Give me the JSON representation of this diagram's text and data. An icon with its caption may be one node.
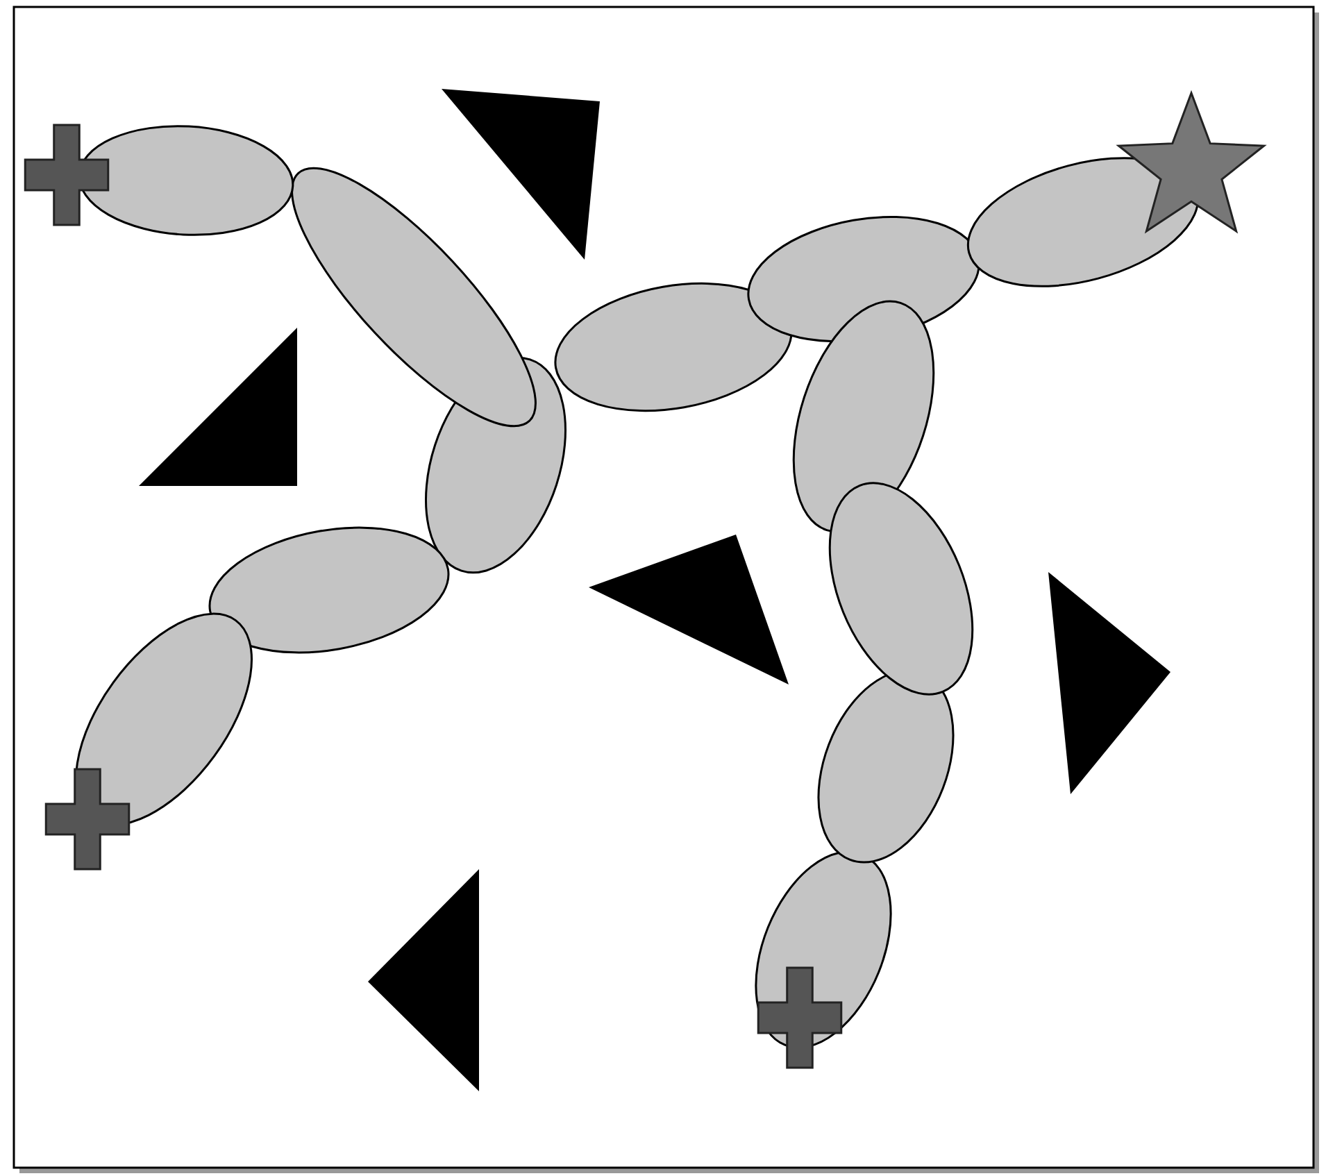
{
  "diagram": {
    "nodes": [
      {
        "text": [],
        "shape": "ellipse"
      },
      {
        "text": [],
        "shape": "ellipse"
      },
      {
        "text": [],
        "shape": "ellipse"
      },
      {
        "text": [],
        "shape": "ellipse"
      },
      {
        "text": [],
        "shape": "ellipse"
      },
      {
        "text": [],
        "shape": "ellipse"
      },
      {
        "text": [],
        "shape": "ellipse"
      },
      {
        "text": [],
        "shape": "ellipse"
      },
      {
        "text": [],
        "shape": "ellipse"
      },
      {
        "text": [],
        "shape": "ellipse"
      },
      {
        "text": [],
        "shape": "ellipse"
      },
      {
        "text": [],
        "shape": "ellipse"
      },
      {
        "text": [],
        "shape": "cross"
      },
      {
        "text": [],
        "shape": "cross"
      },
      {
        "text": [],
        "shape": "cross"
      },
      {
        "text": [],
        "shape": "star"
      },
      {
        "text": [],
        "shape": "triangle"
      },
      {
        "text": [],
        "shape": "triangle"
      },
      {
        "text": [],
        "shape": "triangle"
      },
      {
        "text": [],
        "shape": "triangle"
      },
      {
        "text": [],
        "shape": "triangle"
      }
    ]
  }
}
